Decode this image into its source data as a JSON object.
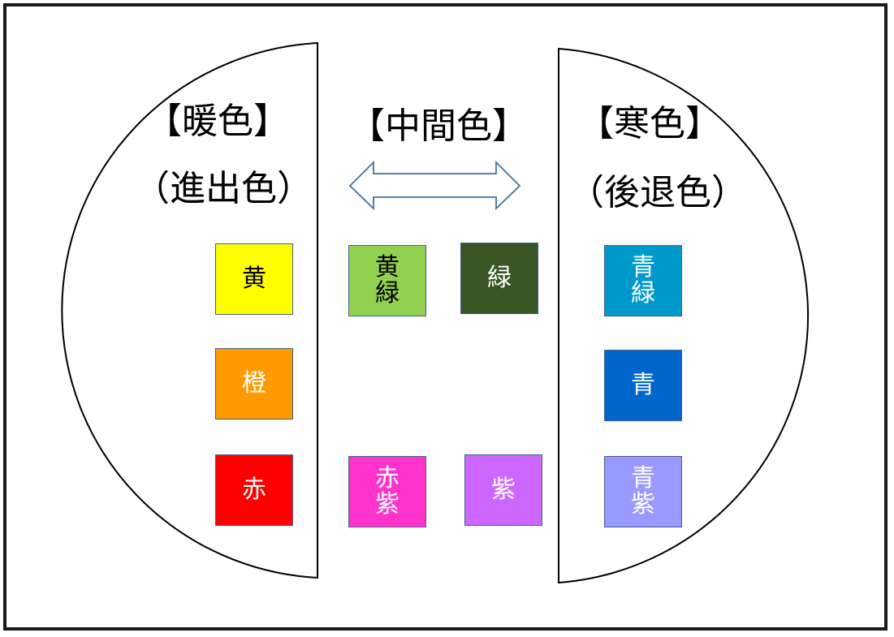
{
  "headings": {
    "warm": "【暖色】",
    "warm_sub": "（進出色）",
    "middle": "【中間色】",
    "cool": "【寒色】",
    "cool_sub": "（後退色）"
  },
  "swatches": {
    "yellow": {
      "lines": [
        "黄"
      ],
      "fill": "#ffff00",
      "text": "#000000"
    },
    "orange": {
      "lines": [
        "橙"
      ],
      "fill": "#ff9900",
      "text": "#ffffff"
    },
    "red": {
      "lines": [
        "赤"
      ],
      "fill": "#ff0000",
      "text": "#ffffff"
    },
    "yellow_green": {
      "lines": [
        "黄",
        "緑"
      ],
      "fill": "#92d050",
      "text": "#000000"
    },
    "green": {
      "lines": [
        "緑"
      ],
      "fill": "#375623",
      "text": "#ffffff"
    },
    "red_purple": {
      "lines": [
        "赤",
        "紫"
      ],
      "fill": "#ff33cc",
      "text": "#ffffff"
    },
    "purple": {
      "lines": [
        "紫"
      ],
      "fill": "#cc66ff",
      "text": "#ffffff"
    },
    "blue_green": {
      "lines": [
        "青",
        "緑"
      ],
      "fill": "#0099cc",
      "text": "#ffffff"
    },
    "blue": {
      "lines": [
        "青"
      ],
      "fill": "#0066cc",
      "text": "#ffffff"
    },
    "blue_purple": {
      "lines": [
        "青",
        "紫"
      ],
      "fill": "#9999ff",
      "text": "#ffffff"
    }
  },
  "colors": {
    "frame": "#1a1a1a",
    "arc_stroke": "#000000",
    "arrow_stroke": "#41719c",
    "swatch_border": "#41628a"
  }
}
